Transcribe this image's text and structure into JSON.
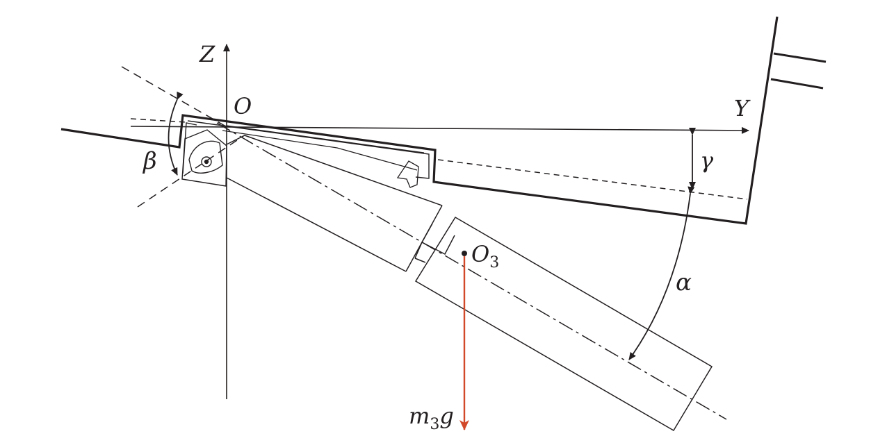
{
  "labels": {
    "origin": "O",
    "z_axis": "Z",
    "y_axis": "Y",
    "beta": "β",
    "gamma": "γ",
    "alpha": "α",
    "centroid": "O",
    "centroid_sub": "3",
    "weight_m": "m",
    "weight_sub": "3",
    "weight_g": "g"
  },
  "colors": {
    "line": "#231f20",
    "force": "#d2492a"
  }
}
